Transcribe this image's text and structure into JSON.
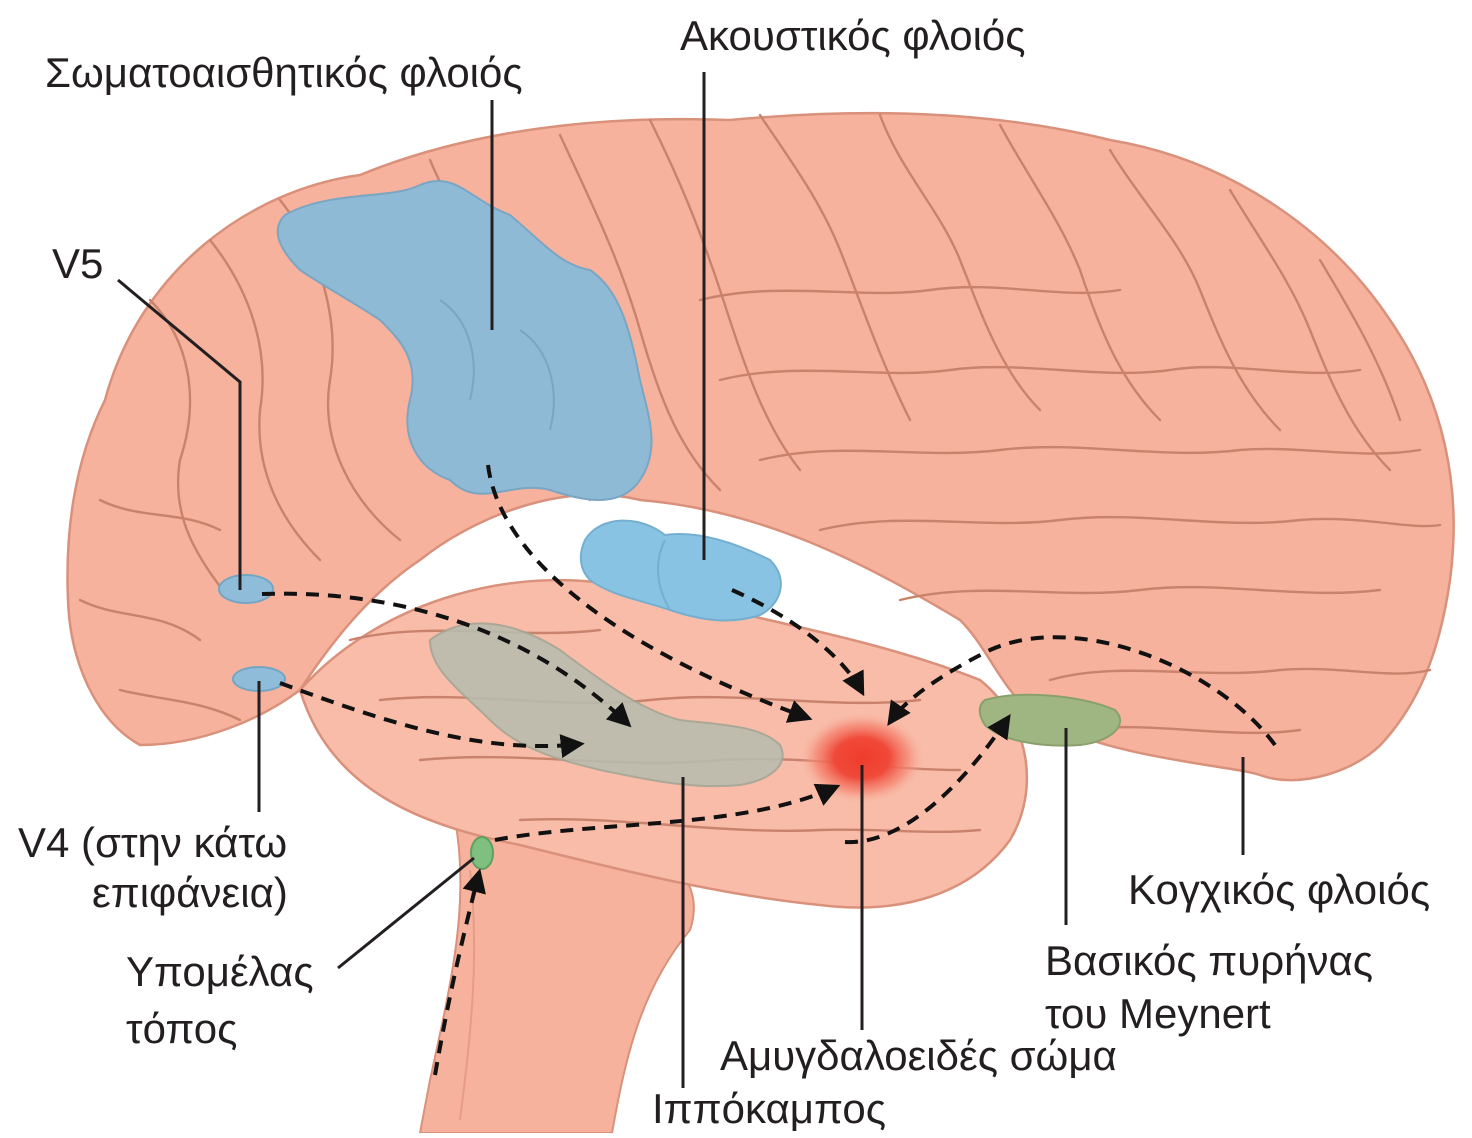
{
  "labels": {
    "somatosensory": "Σωματοαισθητικός φλοιός",
    "auditory": "Ακουστικός φλοιός",
    "v5": "V5",
    "v4_line1": "V4 (στην κάτω",
    "v4_line2": "επιφάνεια)",
    "subthalamic_line1": "Υπομέλας",
    "subthalamic_line2": "τόπος",
    "hippocampus": "Ιππόκαμπος",
    "amygdala": "Αμυγδαλοειδές σώμα",
    "basal_nucleus_line1": "Βασικός πυρήνας",
    "basal_nucleus_line2": "του Meynert",
    "orbitofrontal": "Κογχικός φλοιός"
  },
  "colors": {
    "brain_fill": "#f6b29d",
    "sulcus_stroke": "#c9836d",
    "somatosensory_region": "#8fbad6",
    "auditory_region": "#89c3e4",
    "visual_region": "#8fbcd9",
    "hippocampus_region": "#b9bcae",
    "amygdala_core": "#ef3b2c",
    "basal_nucleus_region": "#9fb582",
    "locus_region": "#7fbf7f",
    "arrows": "#111111"
  }
}
